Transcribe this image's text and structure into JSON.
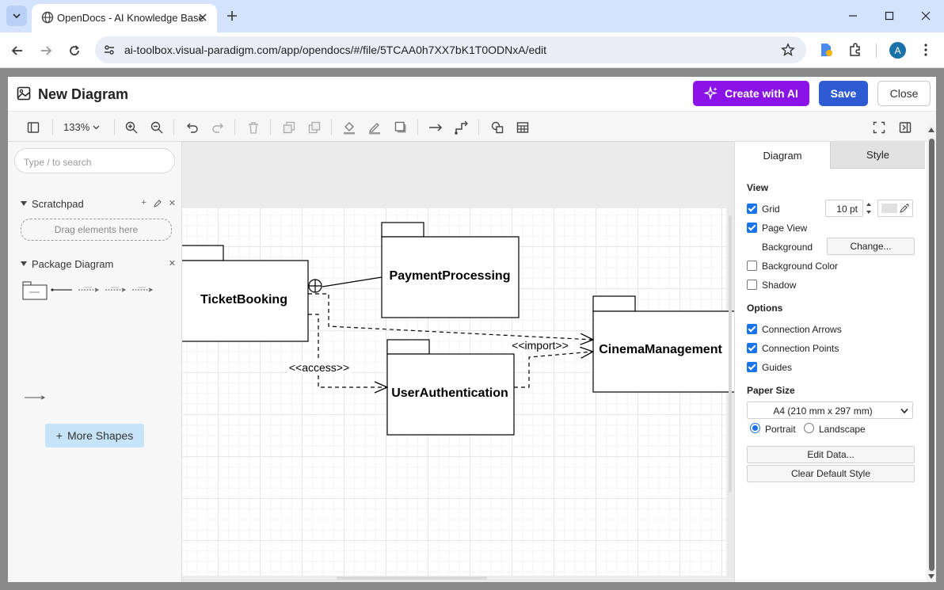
{
  "browser": {
    "tab_title": "OpenDocs - AI Knowledge Base",
    "url": "ai-toolbox.visual-paradigm.com/app/opendocs/#/file/5TCAA0h7XX7bK1T0ODNxA/edit",
    "avatar_initial": "A"
  },
  "header": {
    "title": "New Diagram",
    "create_ai_label": "Create with AI",
    "save_label": "Save",
    "close_label": "Close"
  },
  "toolbar": {
    "zoom": "133%"
  },
  "sidebar": {
    "search_placeholder": "Type / to search",
    "scratchpad_label": "Scratchpad",
    "dropzone_label": "Drag elements here",
    "package_label": "Package Diagram",
    "more_shapes_label": "More Shapes"
  },
  "diagram": {
    "packages": [
      {
        "name": "TicketBooking"
      },
      {
        "name": "PaymentProcessing"
      },
      {
        "name": "CinemaManagement"
      },
      {
        "name": "UserAuthentication"
      }
    ],
    "labels": {
      "access": "<<access>>",
      "import": "<<import>>"
    }
  },
  "right_panel": {
    "tab_diagram": "Diagram",
    "tab_style": "Style",
    "view_heading": "View",
    "grid_label": "Grid",
    "grid_checked": true,
    "grid_size": "10 pt",
    "page_view_label": "Page View",
    "page_view_checked": true,
    "background_label": "Background",
    "change_label": "Change...",
    "background_color_label": "Background Color",
    "background_color_checked": false,
    "shadow_label": "Shadow",
    "shadow_checked": false,
    "options_heading": "Options",
    "connection_arrows_label": "Connection Arrows",
    "connection_points_label": "Connection Points",
    "guides_label": "Guides",
    "paper_size_heading": "Paper Size",
    "paper_size_value": "A4 (210 mm x 297 mm)",
    "portrait_label": "Portrait",
    "landscape_label": "Landscape",
    "orientation": "Portrait",
    "edit_data_label": "Edit Data...",
    "clear_style_label": "Clear Default Style"
  },
  "colors": {
    "ai_button": "#8a14e8",
    "save_button": "#2e5bd1",
    "checkbox": "#1a73e8"
  }
}
